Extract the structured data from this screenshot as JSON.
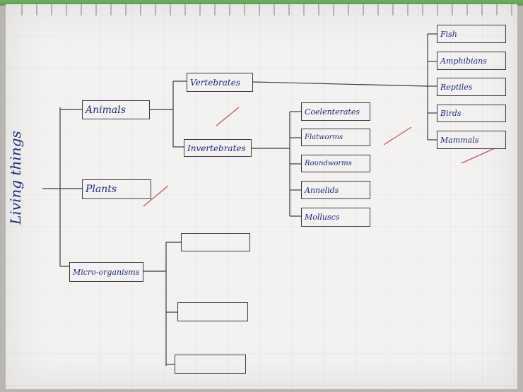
{
  "diagram": {
    "root": "Living things",
    "kingdoms": [
      "Animals",
      "Plants",
      "Micro-organisms"
    ],
    "animal_groups": [
      "Vertebrates",
      "Invertebrates"
    ],
    "vertebrates": [
      "Fish",
      "Amphibians",
      "Reptiles",
      "Birds",
      "Mammals"
    ],
    "invertebrates": [
      "Coelenterates",
      "Flatworms",
      "Roundworms",
      "Annelids",
      "Molluscs"
    ],
    "microorganisms": [
      "",
      "",
      ""
    ]
  },
  "colors": {
    "ink": "#1d2a7a",
    "pencil": "#3a3a48",
    "tick": "#b0203a",
    "paper": "#f3f2f0"
  }
}
